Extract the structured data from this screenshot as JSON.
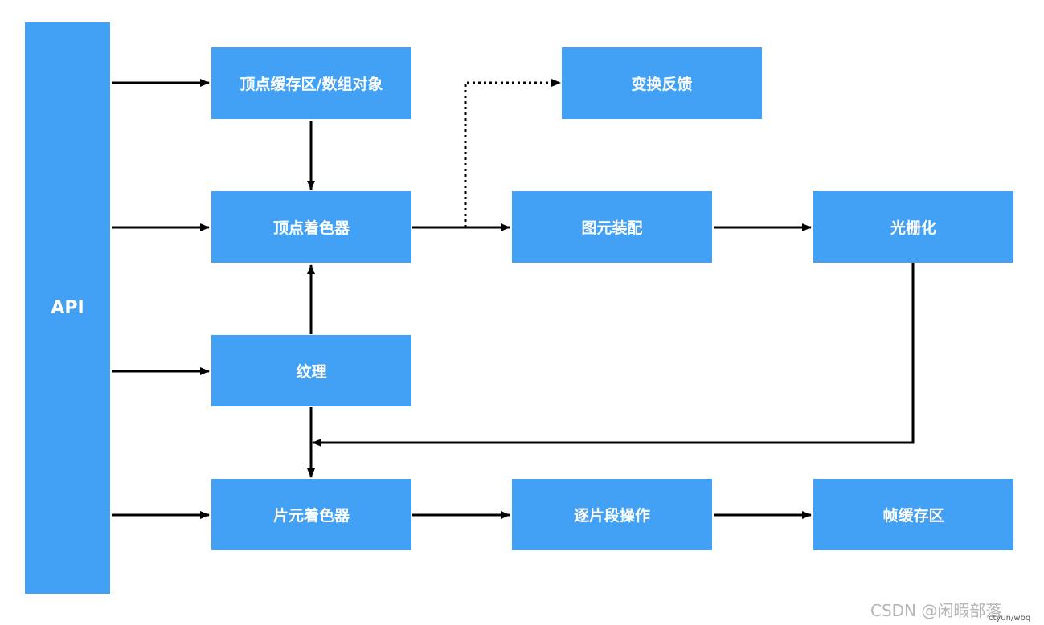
{
  "colors": {
    "box_fill": "#42a1f5",
    "box_text": "#ffffff",
    "edge": "#000000"
  },
  "nodes": {
    "api": "API",
    "vbo": "顶点缓存区/数组对象",
    "tf": "变换反馈",
    "vs": "顶点着色器",
    "pa": "图元装配",
    "rast": "光栅化",
    "tex": "纹理",
    "fs": "片元着色器",
    "pfo": "逐片段操作",
    "fb": "帧缓存区"
  },
  "watermark": {
    "main": "CSDN @闲暇部落",
    "sub": "ctyun/wbq"
  }
}
